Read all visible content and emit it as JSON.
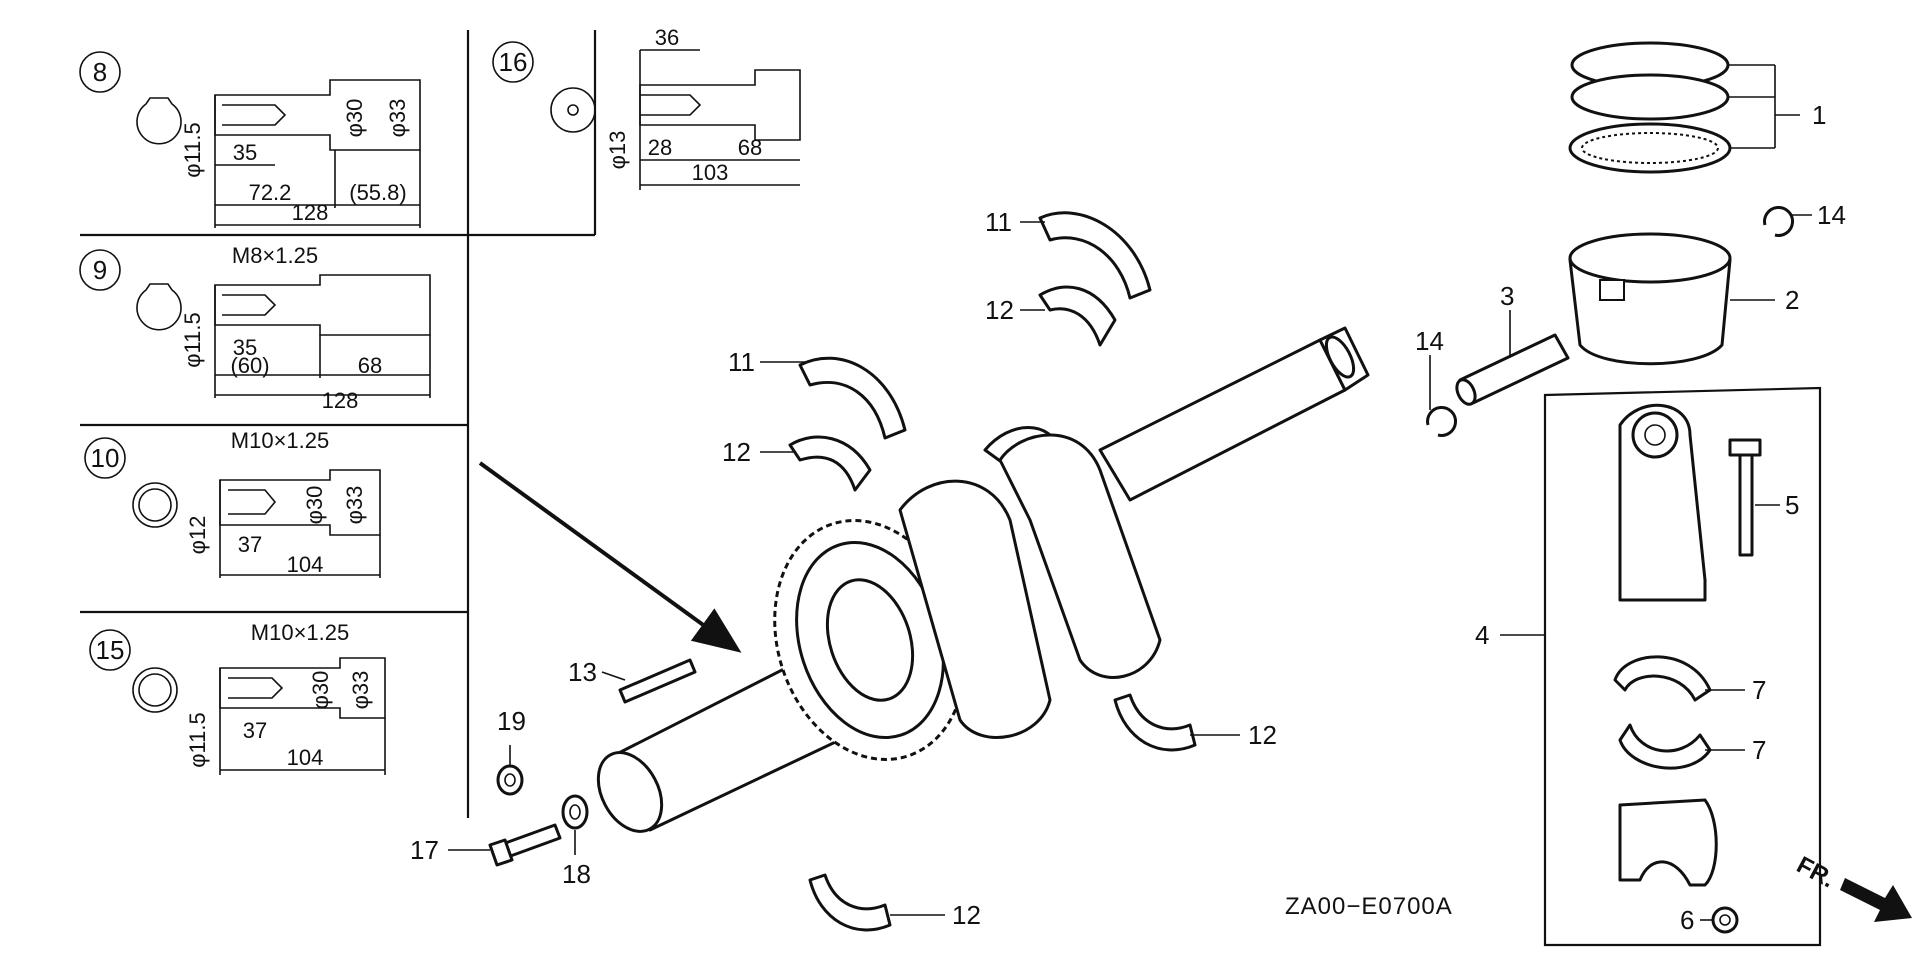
{
  "diagram": {
    "code": "ZA00−E0700A",
    "direction_label": "FR.",
    "insets": [
      {
        "id": "8",
        "thread": "",
        "dims": [
          "φ11.5",
          "35",
          "72.2",
          "(55.8)",
          "128",
          "φ30",
          "φ33"
        ]
      },
      {
        "id": "16",
        "thread": "",
        "dims": [
          "36",
          "φ13",
          "28",
          "68",
          "103"
        ]
      },
      {
        "id": "9",
        "thread": "M8×1.25",
        "dims": [
          "φ11.5",
          "35",
          "(60)",
          "68",
          "128"
        ]
      },
      {
        "id": "10",
        "thread": "M10×1.25",
        "dims": [
          "φ12",
          "37",
          "104",
          "φ30",
          "φ33"
        ]
      },
      {
        "id": "15",
        "thread": "M10×1.25",
        "dims": [
          "φ11.5",
          "37",
          "104",
          "φ30",
          "φ33"
        ]
      }
    ],
    "callouts": [
      "1",
      "2",
      "3",
      "4",
      "5",
      "6",
      "7",
      "7",
      "11",
      "12",
      "11",
      "12",
      "12",
      "12",
      "13",
      "14",
      "14",
      "17",
      "18",
      "19"
    ]
  }
}
